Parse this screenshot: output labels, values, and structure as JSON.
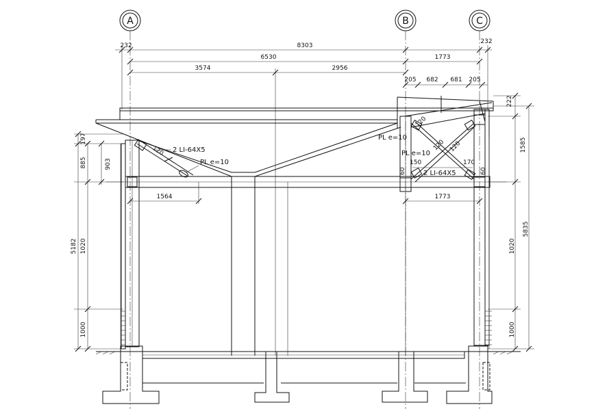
{
  "grid_axes": [
    "A",
    "B",
    "C"
  ],
  "dimensions": {
    "overall": "8303",
    "edge_left": "232",
    "edge_right": "232",
    "span_ab": "6530",
    "span_bc": "1773",
    "span_a_mid": "3574",
    "span_mid_b": "2956",
    "top_205_left": "205",
    "top_682": "682",
    "top_681": "681",
    "top_205_right": "205",
    "right_222": "222",
    "left_197": "197",
    "left_885": "885",
    "left_903": "903",
    "left_5182": "5182",
    "left_1020": "1020",
    "left_1000": "1000",
    "right_1585": "1585",
    "right_5835": "5835",
    "right_1020": "1020",
    "right_1000": "1000",
    "lower_1564": "1564",
    "lower_1773": "1773",
    "gusset_120_a": "120",
    "gusset_120_b": "120",
    "gusset_120_c": "120",
    "gusset_120_d": "120",
    "plate_150": "150",
    "plate_170": "170",
    "plate_60_a": "60",
    "plate_60_b": "60"
  },
  "annotations": {
    "angle_left": "2 LI-64X5",
    "plate_left": "PL e=10",
    "plate_right_1": "PL e=10",
    "plate_right_2": "PL e=10",
    "angle_right": "2 LI-64X5"
  }
}
